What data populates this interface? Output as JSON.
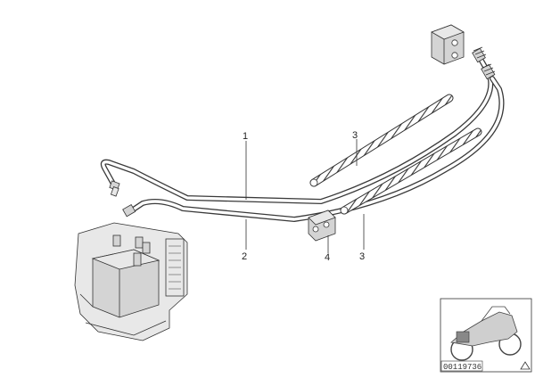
{
  "callouts": {
    "c1": "1",
    "c2": "2",
    "c3a": "3",
    "c3b": "3",
    "c4": "4"
  },
  "reference_id": "00119736",
  "colors": {
    "line": "#333333",
    "fill_gray": "#d4d4d4",
    "background": "#ffffff"
  },
  "icons": {
    "thumbnail_arrow": "triangle-up-icon"
  }
}
